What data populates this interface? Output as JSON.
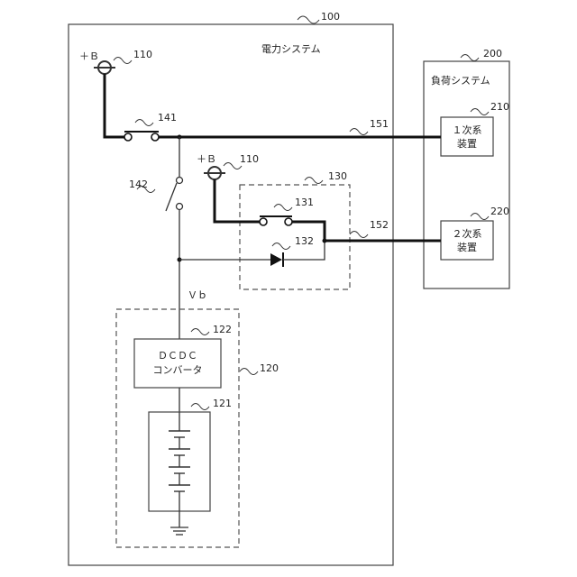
{
  "power_system": {
    "ref": "100",
    "label": "電力システム"
  },
  "load_system": {
    "ref": "200",
    "label": "負荷システム"
  },
  "primary_device": {
    "ref": "210",
    "label_line1": "１次系",
    "label_line2": "装置"
  },
  "secondary_device": {
    "ref": "220",
    "label_line1": "２次系",
    "label_line2": "装置"
  },
  "battery_top": {
    "ref": "110",
    "label": "＋Ｂ"
  },
  "battery_mid": {
    "ref": "110",
    "label": "＋Ｂ"
  },
  "relay_141": {
    "ref": "141"
  },
  "switch_142": {
    "ref": "142"
  },
  "wire_151": {
    "ref": "151"
  },
  "wire_152": {
    "ref": "152"
  },
  "module_130": {
    "ref": "130"
  },
  "relay_131": {
    "ref": "131"
  },
  "diode_132": {
    "ref": "132"
  },
  "vb_label": "Ｖｂ",
  "module_120": {
    "ref": "120"
  },
  "converter": {
    "ref": "122",
    "label_line1": "ＤＣＤＣ",
    "label_line2": "コンバータ"
  },
  "storage": {
    "ref": "121"
  }
}
